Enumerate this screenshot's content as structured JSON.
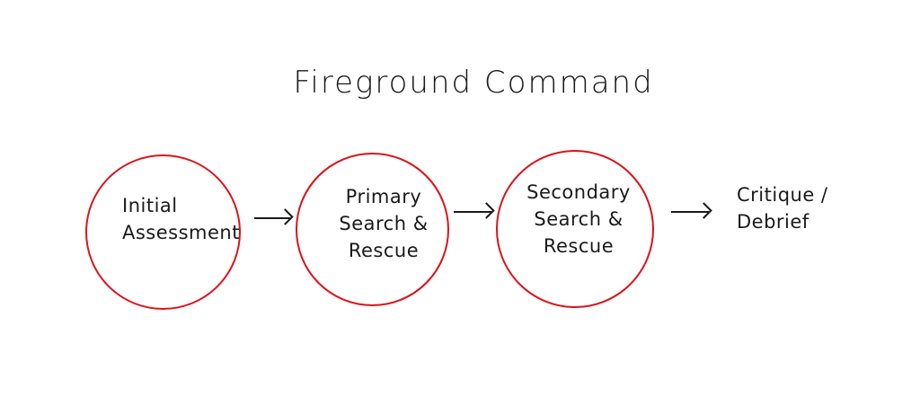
{
  "diagram": {
    "title": "Fireground Command",
    "nodes": [
      {
        "label": "Initial\nAssessment"
      },
      {
        "label": "Primary\nSearch &\nRescue"
      },
      {
        "label": "Secondary\nSearch &\nRescue"
      }
    ],
    "final_step": {
      "label": "Critique /\nDebrief"
    },
    "colors": {
      "circle_stroke": "#d9141c",
      "ink": "#1a1a1a"
    }
  }
}
